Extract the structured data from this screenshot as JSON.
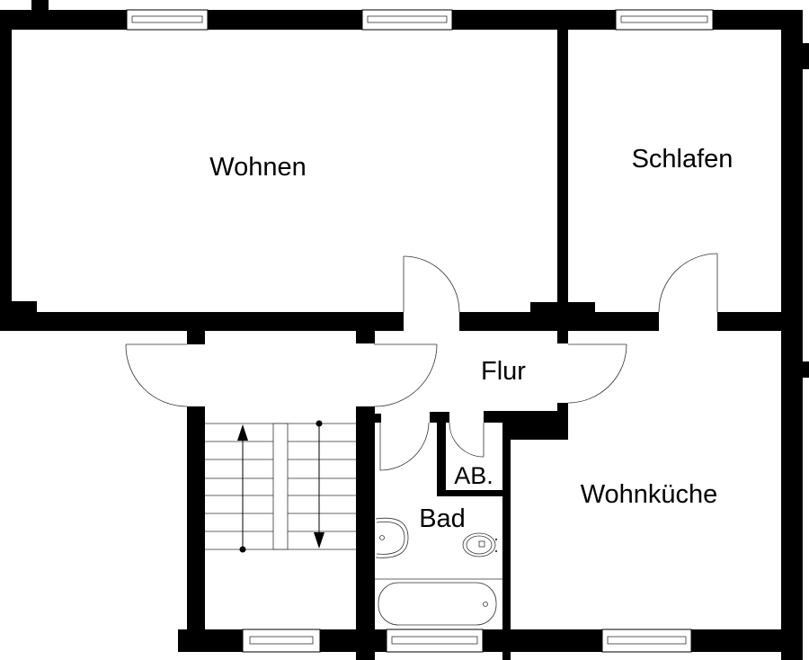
{
  "plan": {
    "rooms": {
      "living": "Wohnen",
      "bedroom": "Schlafen",
      "hallway": "Flur",
      "bath": "Bad",
      "closet": "AB.",
      "kitchen": "Wohnküche"
    },
    "colors": {
      "wall": "#000000",
      "background": "#ffffff"
    }
  }
}
